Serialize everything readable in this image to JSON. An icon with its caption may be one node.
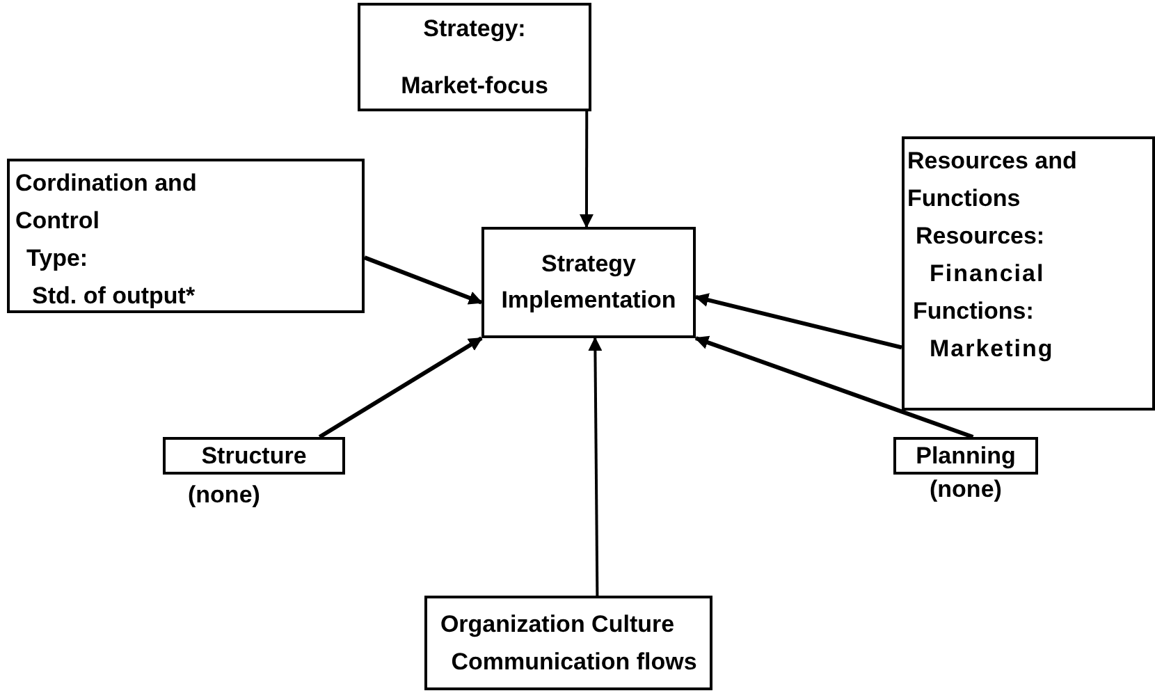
{
  "diagram": {
    "nodes": [
      {
        "text": [
          "Strategy Implementation"
        ]
      },
      {
        "text": [
          "Strategy:",
          "Market-focus"
        ]
      },
      {
        "text": [
          "Cordination and Control",
          "Type:",
          "Std. of output*"
        ]
      },
      {
        "text": [
          "Resources and Functions",
          "Resources:",
          "Financial",
          "Functions:",
          "Marketing"
        ]
      },
      {
        "text": [
          "Structure"
        ],
        "beside": [
          "(none)"
        ]
      },
      {
        "text": [
          "Planning"
        ],
        "beside": [
          "(none)"
        ]
      },
      {
        "text": [
          "Organization Culture",
          "Communication flows"
        ]
      }
    ],
    "edges": [
      {
        "from": 1,
        "to": 0,
        "arrow": "to"
      },
      {
        "from": 2,
        "to": 0,
        "arrow": "to"
      },
      {
        "from": 3,
        "to": 0,
        "arrow": "to"
      },
      {
        "from": 4,
        "to": 0,
        "arrow": "to"
      },
      {
        "from": 5,
        "to": 0,
        "arrow": "to"
      },
      {
        "from": 6,
        "to": 0,
        "arrow": "to"
      }
    ]
  }
}
